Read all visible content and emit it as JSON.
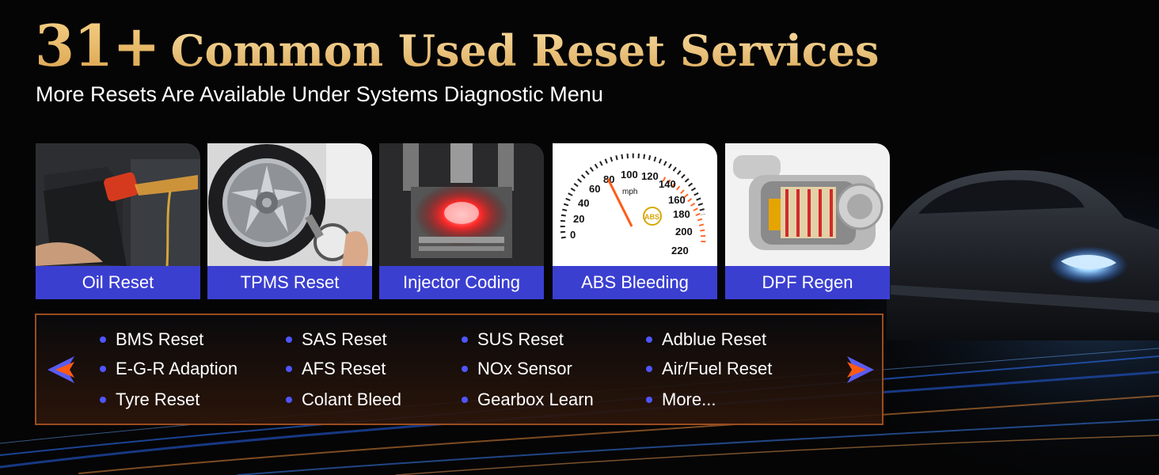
{
  "header": {
    "count": "31+",
    "title": "Common Used Reset Services",
    "subtitle": "More Resets Are Available Under Systems Diagnostic Menu"
  },
  "cards": [
    {
      "label": "Oil Reset",
      "icon": "oil-bottle-icon"
    },
    {
      "label": "TPMS Reset",
      "icon": "tire-gauge-icon"
    },
    {
      "label": "Injector Coding",
      "icon": "piston-icon"
    },
    {
      "label": "ABS Bleeding",
      "icon": "speedometer-icon"
    },
    {
      "label": "DPF Regen",
      "icon": "particulate-filter-icon"
    }
  ],
  "speedometer": {
    "ticks": [
      "0",
      "20",
      "40",
      "60",
      "80",
      "100",
      "120",
      "140",
      "160",
      "180",
      "200",
      "220"
    ],
    "unit": "mph",
    "badge": "ABS"
  },
  "services": {
    "columns": [
      [
        "BMS Reset",
        "E-G-R Adaption",
        "Tyre Reset"
      ],
      [
        "SAS Reset",
        "AFS Reset",
        "Colant Bleed"
      ],
      [
        "SUS Reset",
        "NOx Sensor",
        "Gearbox Learn"
      ],
      [
        "Adblue Reset",
        "Air/Fuel Reset",
        "More..."
      ]
    ]
  },
  "colors": {
    "label_bar": "#3b3fd0",
    "title_gold": "#e9bf74",
    "bullet": "#4f55ff",
    "arrow_blue": "#5a5cf0",
    "arrow_orange": "#ff5a14",
    "panel_border": "#9b4d1f"
  }
}
